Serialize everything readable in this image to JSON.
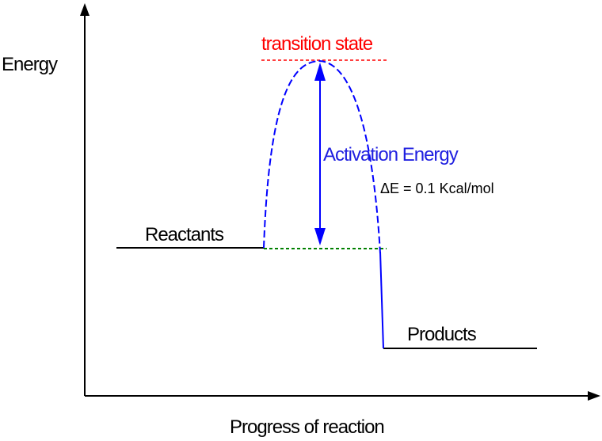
{
  "title": "Energy diagram",
  "y_axis_label": "Energy",
  "x_axis_label": "Progress of reaction",
  "transition_state_label": "transition state",
  "activation_energy_label": "Activation Energy",
  "delta_e_label": "ΔE = 0.1 Kcal/mol",
  "reactants_label": "Reactants",
  "products_label": "Products",
  "colors": {
    "axes": "#000000",
    "curve": "#0000ff",
    "transition_state": "#ff0000",
    "reactant_level": "#008000",
    "activation_text": "#2020e0"
  }
}
